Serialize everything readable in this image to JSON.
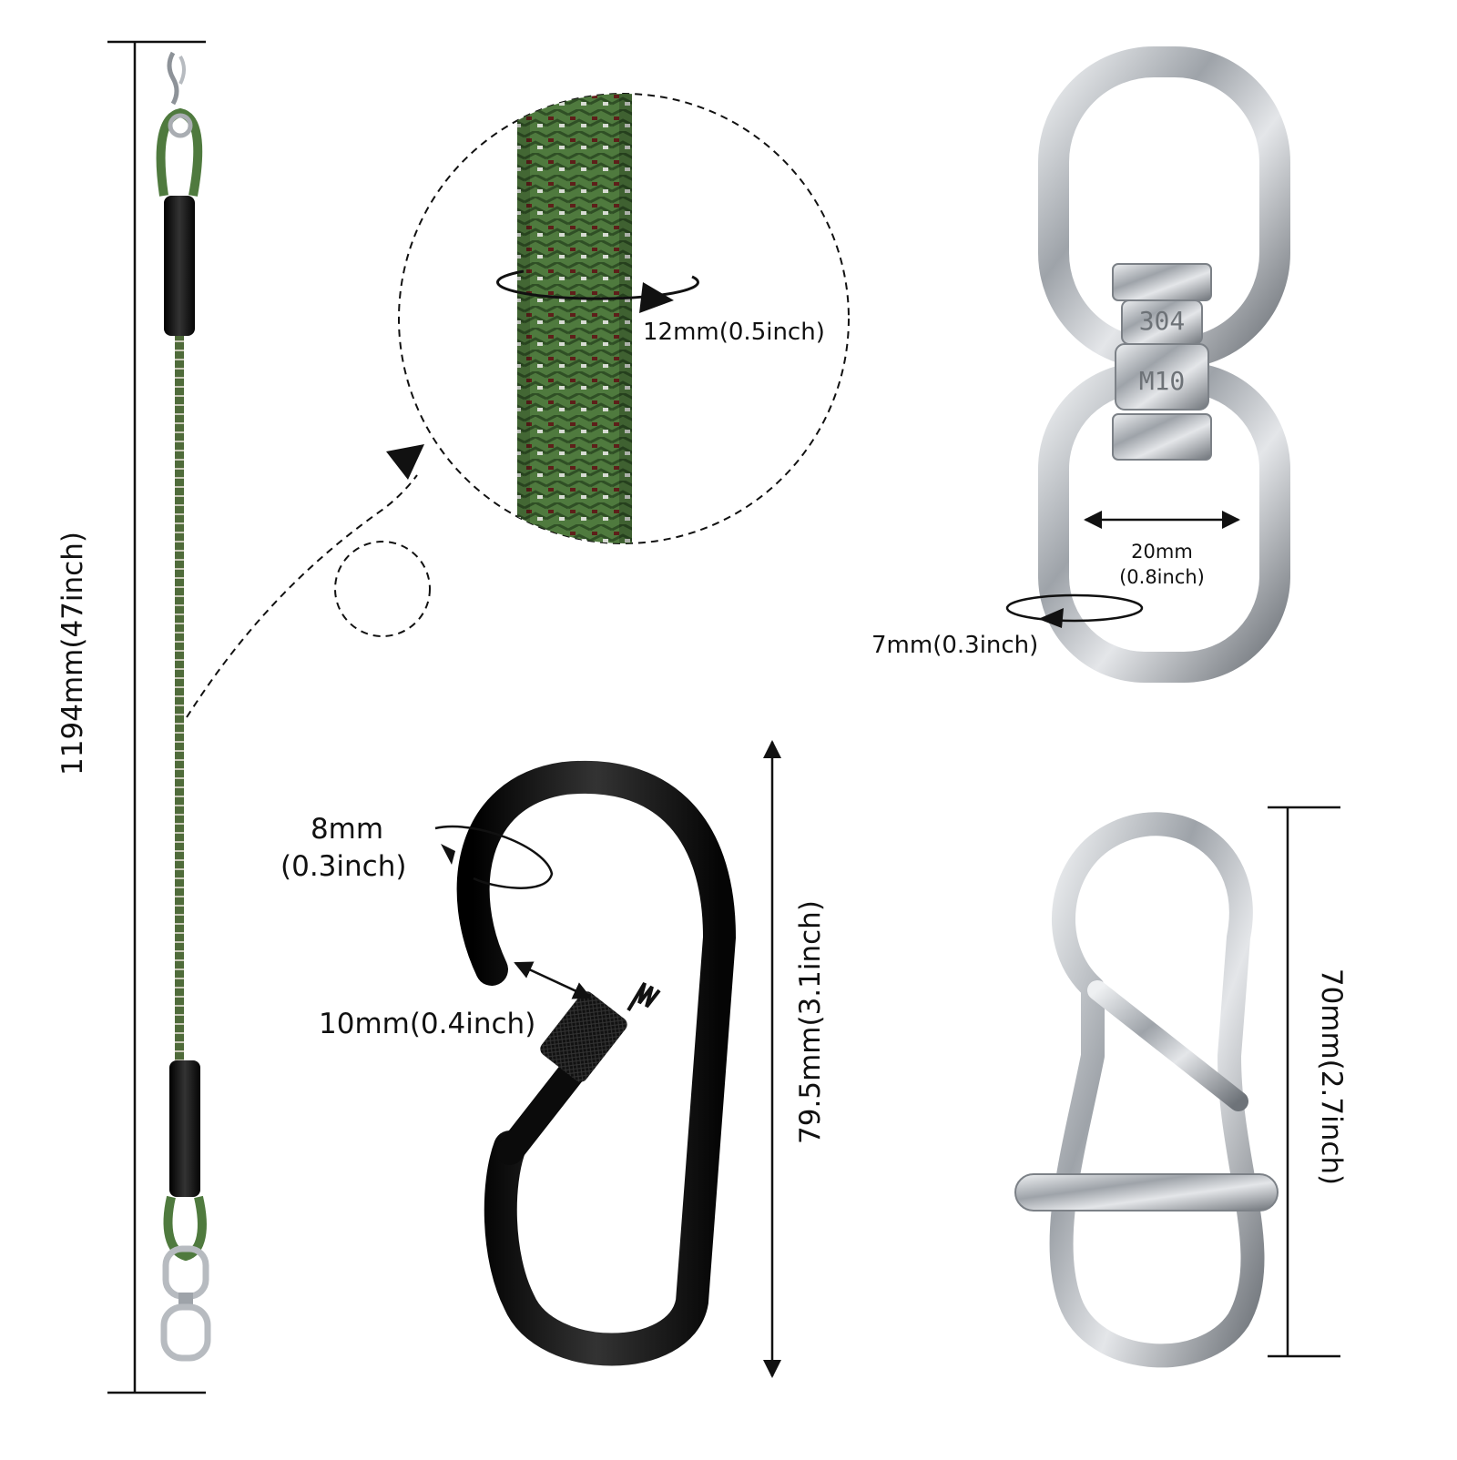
{
  "labels": {
    "rope_length": "1194mm(47inch)",
    "rope_diameter": "12mm(0.5inch)",
    "swivel_inner_mm": "20mm",
    "swivel_inner_in": "(0.8inch)",
    "swivel_wire": "7mm(0.3inch)",
    "carabiner_wire_mm": "8mm",
    "carabiner_wire_in": "(0.3inch)",
    "carabiner_gate": "10mm(0.4inch)",
    "carabiner_length": "79.5mm(3.1inch)",
    "snap_length": "70mm(2.7inch)",
    "swivel_stamp_top": "304",
    "swivel_stamp_bottom": "M10"
  },
  "colors": {
    "rope_green": "#4f7a3e",
    "rope_brown": "#5e1f1a",
    "steel": "#b9bdc2",
    "black_metal": "#111111",
    "dim_line": "#111111"
  }
}
